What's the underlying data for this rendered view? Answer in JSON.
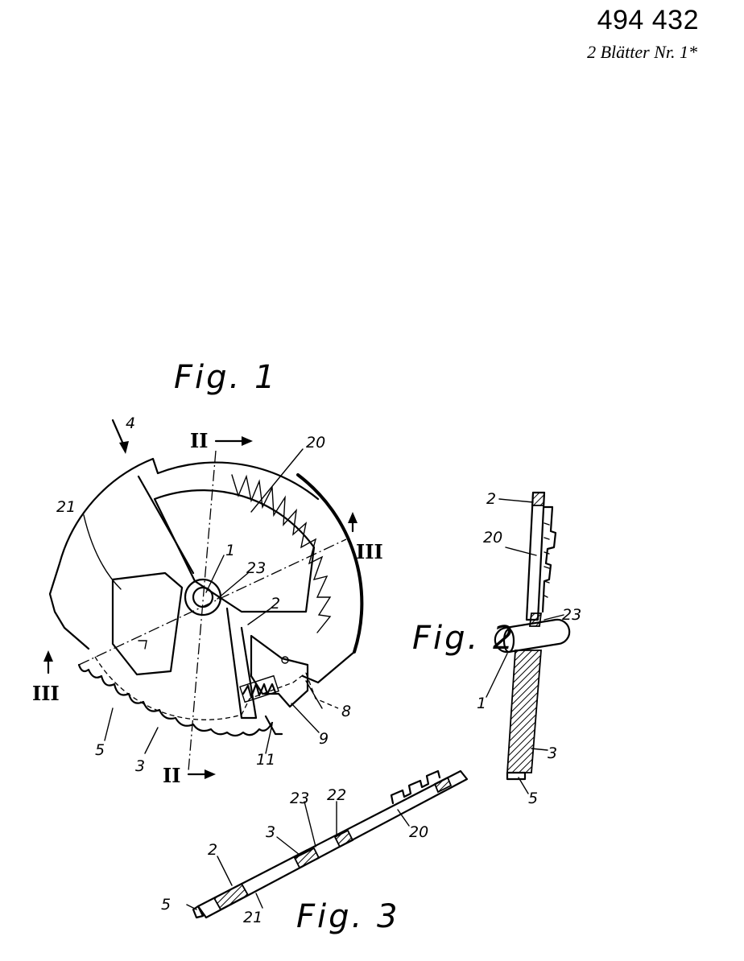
{
  "header": {
    "patent_number": "494 432",
    "sheet_info": "2 Blätter Nr. 1*"
  },
  "figures": {
    "fig1": {
      "title": "Fig. 1",
      "labels": {
        "l1": "1",
        "l2": "2",
        "l3": "3",
        "l4": "4",
        "l5": "5",
        "l8": "8",
        "l9": "9",
        "l11": "11",
        "l20": "20",
        "l21": "21",
        "l23": "23"
      },
      "section_marks": {
        "ii_top": "II",
        "ii_bottom": "II",
        "iii_left": "III",
        "iii_right": "III"
      }
    },
    "fig2": {
      "title": "Fig. 2",
      "labels": {
        "l1": "1",
        "l2": "2",
        "l3": "3",
        "l5": "5",
        "l20": "20",
        "l23": "23"
      }
    },
    "fig3": {
      "title": "Fig. 3",
      "labels": {
        "l2": "2",
        "l3": "3",
        "l5": "5",
        "l20": "20",
        "l21": "21",
        "l22": "22",
        "l23": "23"
      }
    }
  }
}
